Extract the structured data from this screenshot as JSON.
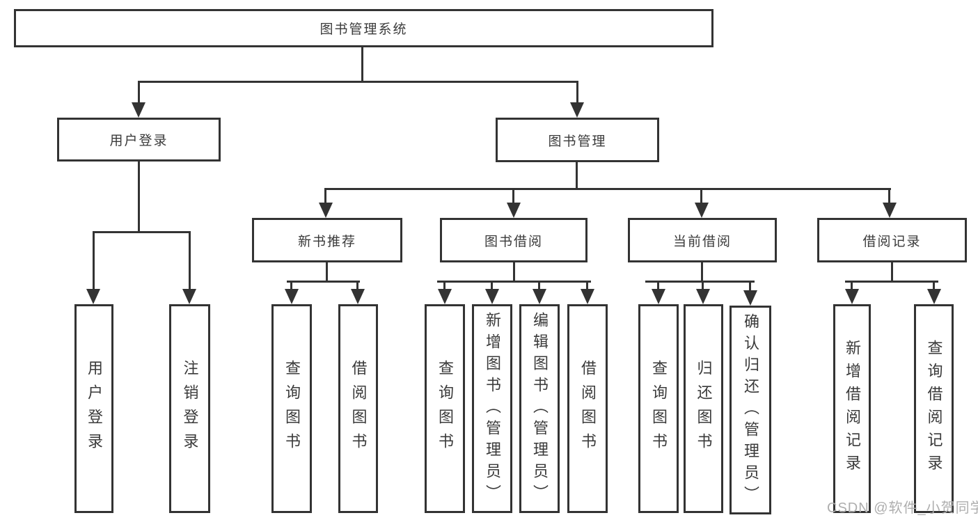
{
  "diagram": {
    "root": "图书管理系统",
    "login": {
      "label": "用户登录",
      "leaves": [
        "用户登录",
        "注销登录"
      ]
    },
    "manage": {
      "label": "图书管理",
      "children": [
        {
          "label": "新书推荐",
          "leaves": [
            "查询图书",
            "借阅图书"
          ]
        },
        {
          "label": "图书借阅",
          "leaves": [
            "查询图书",
            "新增图书（管理员）",
            "编辑图书（管理员）",
            "借阅图书"
          ]
        },
        {
          "label": "当前借阅",
          "leaves": [
            "查询图书",
            "归还图书",
            "确认归还（管理员）"
          ]
        },
        {
          "label": "借阅记录",
          "leaves": [
            "新增借阅记录",
            "查询借阅记录"
          ]
        }
      ]
    }
  },
  "watermark": "CSDN @软件_小贺同学",
  "colors": {
    "line": "#333333",
    "text": "#3a3a3a",
    "watermark": "#aeaeae",
    "background": "#ffffff"
  }
}
